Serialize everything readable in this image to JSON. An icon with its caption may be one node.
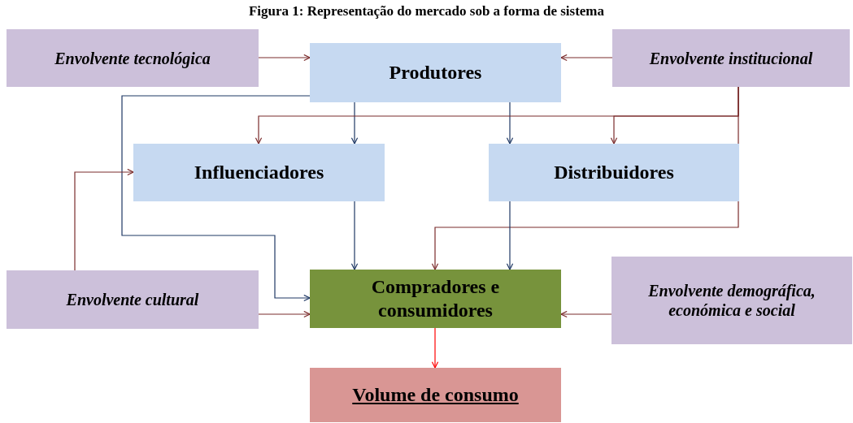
{
  "diagram": {
    "title": "Figura 1: Representação do mercado sob a forma de sistema",
    "nodes": [
      {
        "text": [
          "Envolvente tecnológica"
        ]
      },
      {
        "text": [
          "Produtores"
        ]
      },
      {
        "text": [
          "Envolvente institucional"
        ]
      },
      {
        "text": [
          "Influenciadores"
        ]
      },
      {
        "text": [
          "Distribuidores"
        ]
      },
      {
        "text": [
          "Envolvente cultural"
        ]
      },
      {
        "text": [
          "Compradores e consumidores"
        ]
      },
      {
        "text": [
          "Envolvente demográfica, económica e social"
        ]
      },
      {
        "text": [
          "Volume de consumo"
        ]
      }
    ],
    "edges": [
      {
        "from": 0,
        "to": 1,
        "arrow": "to"
      },
      {
        "from": 2,
        "to": 1,
        "arrow": "to"
      },
      {
        "from": 1,
        "to": 3,
        "arrow": "to",
        "color": "#1f3864"
      },
      {
        "from": 1,
        "to": 4,
        "arrow": "to",
        "color": "#1f3864"
      },
      {
        "from": 1,
        "to": 6,
        "arrow": "to",
        "color": "#1f3864"
      },
      {
        "from": 2,
        "to": 3,
        "arrow": "to"
      },
      {
        "from": 2,
        "to": 4,
        "arrow": "to"
      },
      {
        "from": 2,
        "to": 6,
        "arrow": "to"
      },
      {
        "from": 3,
        "to": 6,
        "arrow": "to",
        "color": "#1f3864"
      },
      {
        "from": 4,
        "to": 6,
        "arrow": "to",
        "color": "#1f3864"
      },
      {
        "from": 5,
        "to": 3,
        "arrow": "to"
      },
      {
        "from": 5,
        "to": 6,
        "arrow": "to"
      },
      {
        "from": 7,
        "to": 6,
        "arrow": "to"
      },
      {
        "from": 6,
        "to": 8,
        "arrow": "to",
        "color": "#ff0000"
      }
    ]
  }
}
